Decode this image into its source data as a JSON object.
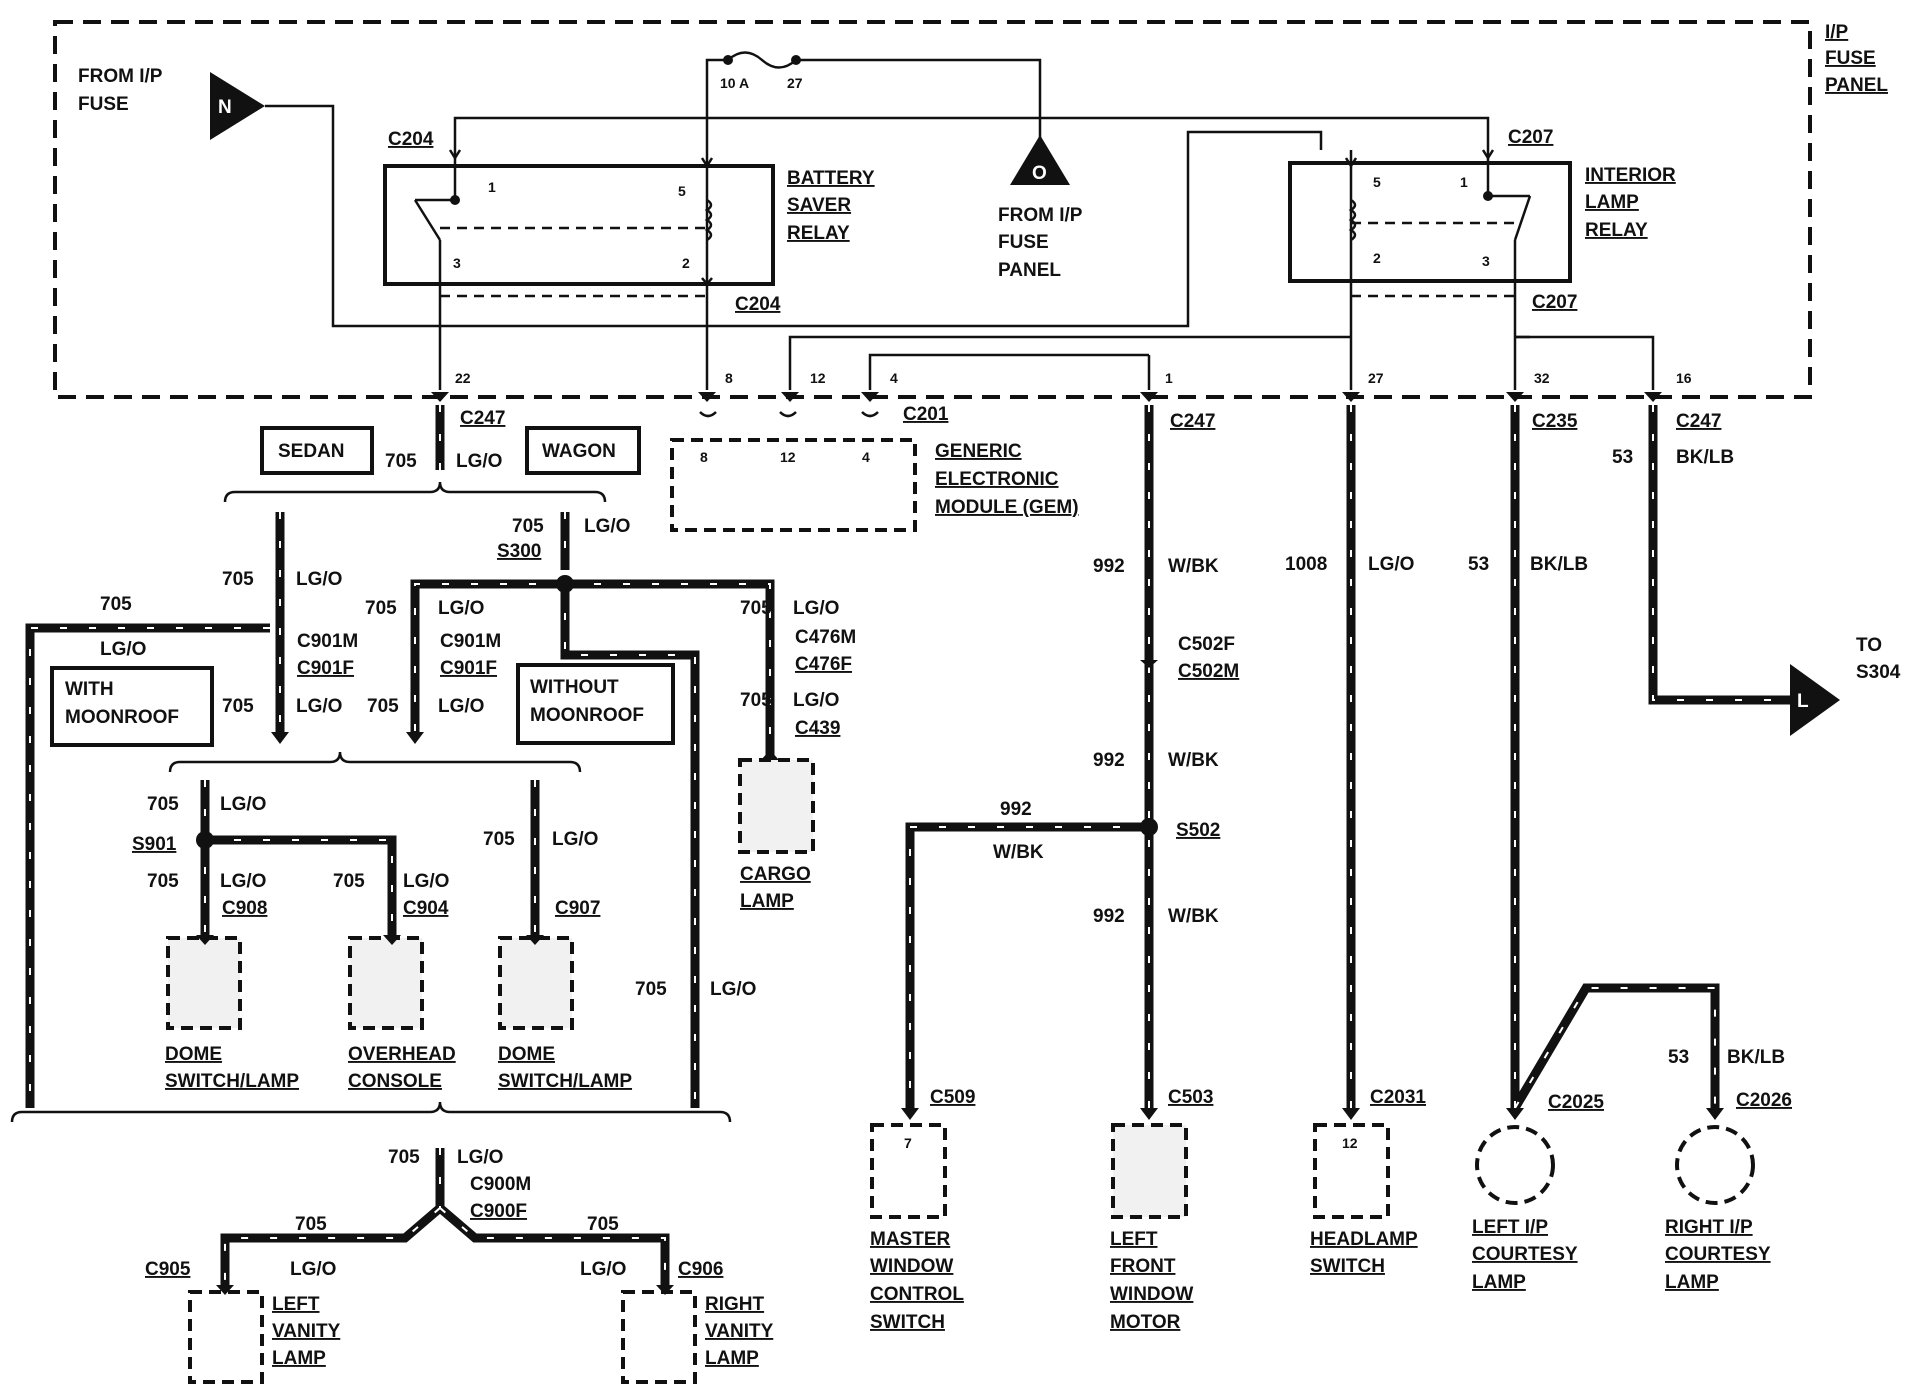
{
  "fuse_panel": {
    "title_lines": [
      "I/P",
      "FUSE",
      "PANEL"
    ]
  },
  "sources": {
    "from_ip_fuse_label": [
      "FROM I/P",
      "FUSE"
    ],
    "from_ip_fuse_panel_label": [
      "FROM I/P",
      "FUSE",
      "PANEL"
    ],
    "tag_n": "N",
    "tag_o": "O",
    "tag_l": "L",
    "to_s304": [
      "TO",
      "S304"
    ]
  },
  "fuse": {
    "amps": "10 A",
    "number": "27"
  },
  "relays": {
    "battery_saver": {
      "name": [
        "BATTERY",
        "SAVER",
        "RELAY"
      ],
      "pins": [
        "1",
        "5",
        "3",
        "2"
      ],
      "connector_top": "C204",
      "connector_bottom": "C204"
    },
    "interior_lamp": {
      "name": [
        "INTERIOR",
        "LAMP",
        "RELAY"
      ],
      "pins": [
        "5",
        "1",
        "2",
        "3"
      ],
      "connector_top": "C207",
      "connector_bottom": "C207"
    }
  },
  "panel_pins": [
    "22",
    "8",
    "12",
    "4",
    "1",
    "27",
    "32",
    "16"
  ],
  "gem": {
    "name": [
      "GENERIC",
      "ELECTRONIC",
      "MODULE (GEM)"
    ],
    "connector": "C201",
    "pins": [
      "8",
      "12",
      "4"
    ]
  },
  "variants": {
    "sedan": "SEDAN",
    "wagon": "WAGON",
    "with_moonroof": [
      "WITH",
      "MOONROOF"
    ],
    "without_moonroof": [
      "WITHOUT",
      "MOONROOF"
    ]
  },
  "circuits": {
    "c705": "705",
    "c992": "992",
    "c1008": "1008",
    "c53": "53"
  },
  "colors": {
    "lg_o": "LG/O",
    "w_bk": "W/BK",
    "bk_lb": "BK/LB"
  },
  "connectors": {
    "c247": "C247",
    "c235": "C235",
    "c901m": "C901M",
    "c901f": "C901F",
    "c476m": "C476M",
    "c476f": "C476F",
    "c439": "C439",
    "c908": "C908",
    "c904": "C904",
    "c907": "C907",
    "c900m": "C900M",
    "c900f": "C900F",
    "c905": "C905",
    "c906": "C906",
    "c502f": "C502F",
    "c502m": "C502M",
    "c509": "C509",
    "c503": "C503",
    "c2031": "C2031",
    "c2025": "C2025",
    "c2026": "C2026"
  },
  "splices": {
    "s300": "S300",
    "s901": "S901",
    "s502": "S502"
  },
  "components": {
    "cargo_lamp": [
      "CARGO",
      "LAMP"
    ],
    "dome_switch_lamp": [
      "DOME",
      "SWITCH/LAMP"
    ],
    "overhead_console": [
      "OVERHEAD",
      "CONSOLE"
    ],
    "left_vanity_lamp": [
      "LEFT",
      "VANITY",
      "LAMP"
    ],
    "right_vanity_lamp": [
      "RIGHT",
      "VANITY",
      "LAMP"
    ],
    "master_window_switch": [
      "MASTER",
      "WINDOW",
      "CONTROL",
      "SWITCH"
    ],
    "left_front_window_motor": [
      "LEFT",
      "FRONT",
      "WINDOW",
      "MOTOR"
    ],
    "headlamp_switch": [
      "HEADLAMP",
      "SWITCH"
    ],
    "left_ip_courtesy_lamp": [
      "LEFT I/P",
      "COURTESY",
      "LAMP"
    ],
    "right_ip_courtesy_lamp": [
      "RIGHT I/P",
      "COURTESY",
      "LAMP"
    ]
  },
  "component_pins": {
    "master_window": "7",
    "headlamp": "12"
  }
}
